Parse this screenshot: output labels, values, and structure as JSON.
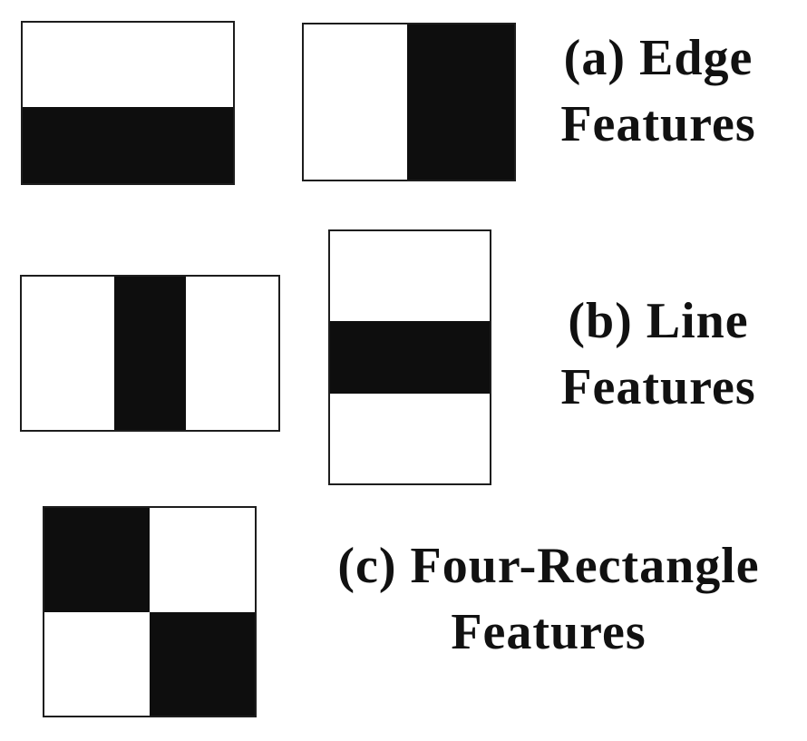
{
  "figure": {
    "background": "#ffffff",
    "white": "#ffffff",
    "black": "#0e0e0e",
    "border": "#1d1d1d",
    "text_color": "#111111"
  },
  "labels": {
    "a": {
      "line1": "(a) Edge",
      "line2": "Features"
    },
    "b": {
      "line1": "(b) Line",
      "line2": "Features"
    },
    "c": {
      "line1": "(c) Four-Rectangle",
      "line2": "Features"
    }
  },
  "features": [
    {
      "name": "horizontal-edge-feature",
      "group": "a",
      "layout": "column",
      "segments": [
        {
          "color": "white",
          "size": 52.5
        },
        {
          "color": "black",
          "size": 47.5
        }
      ]
    },
    {
      "name": "vertical-edge-feature",
      "group": "a",
      "layout": "row",
      "segments": [
        {
          "color": "white",
          "size": 49
        },
        {
          "color": "black",
          "size": 51
        }
      ]
    },
    {
      "name": "vertical-line-feature",
      "group": "b",
      "layout": "row",
      "segments": [
        {
          "color": "white",
          "size": 36
        },
        {
          "color": "black",
          "size": 28
        },
        {
          "color": "white",
          "size": 36
        }
      ]
    },
    {
      "name": "horizontal-line-feature",
      "group": "b",
      "layout": "column",
      "segments": [
        {
          "color": "white",
          "size": 35.5
        },
        {
          "color": "black",
          "size": 29
        },
        {
          "color": "white",
          "size": 35.5
        }
      ]
    },
    {
      "name": "four-rectangle-feature",
      "group": "c",
      "layout": "grid",
      "segments": [
        {
          "color": "black"
        },
        {
          "color": "white"
        },
        {
          "color": "white"
        },
        {
          "color": "black"
        }
      ]
    }
  ]
}
